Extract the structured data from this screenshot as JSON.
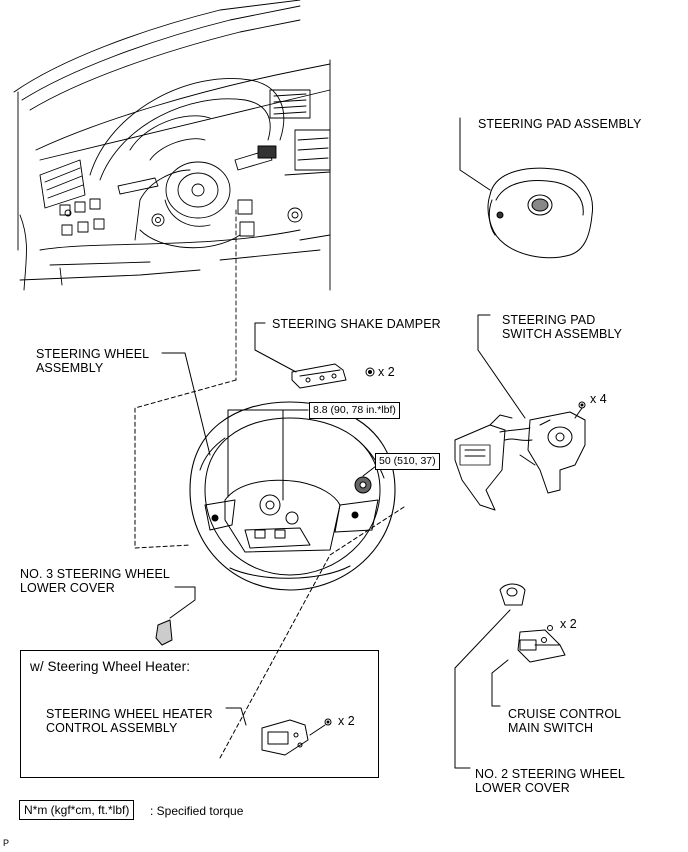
{
  "labels": {
    "steering_pad_assembly": "STEERING PAD ASSEMBLY",
    "steering_shake_damper": "STEERING SHAKE DAMPER",
    "steering_pad_switch_assembly_1": "STEERING PAD",
    "steering_pad_switch_assembly_2": "SWITCH ASSEMBLY",
    "steering_wheel_assembly_1": "STEERING WHEEL",
    "steering_wheel_assembly_2": "ASSEMBLY",
    "no3_lower_cover_1": "NO. 3 STEERING WHEEL",
    "no3_lower_cover_2": "LOWER COVER",
    "heater_title": "w/ Steering Wheel Heater:",
    "heater_control_1": "STEERING WHEEL HEATER",
    "heater_control_2": "CONTROL ASSEMBLY",
    "cruise_control_1": "CRUISE CONTROL",
    "cruise_control_2": "MAIN SWITCH",
    "no2_lower_cover_1": "NO. 2 STEERING WHEEL",
    "no2_lower_cover_2": "LOWER COVER"
  },
  "quantities": {
    "shake_damper_bolts": "x 2",
    "pad_switch_screws": "x 4",
    "cruise_switch_screws": "x 2",
    "heater_screws": "x 2"
  },
  "torques": {
    "wheel_screws": "8.8 (90, 78 in.*lbf)",
    "wheel_nut": "50 (510, 37)"
  },
  "legend": {
    "unit": "N*m (kgf*cm, ft.*lbf)",
    "description": ": Specified torque"
  },
  "corner_mark": "P"
}
